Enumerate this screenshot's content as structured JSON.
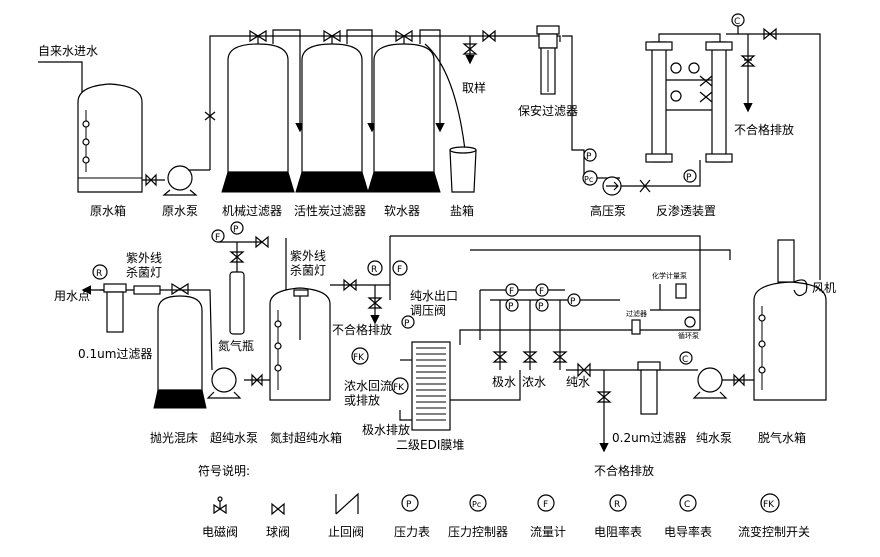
{
  "labels": {
    "tap_water_in": "自来水进水",
    "raw_tank": "原水箱",
    "raw_pump": "原水泵",
    "mech_filter": "机械过滤器",
    "carbon_filter": "活性炭过滤器",
    "softener": "软水器",
    "salt_box": "盐箱",
    "sampling": "取样",
    "security_filter": "保安过滤器",
    "high_pump": "高压泵",
    "ro_unit": "反渗透装置",
    "reject_drain_top": "不合格排放",
    "uv_left": "紫外线\n杀菌灯",
    "uv_mid": "紫外线\n杀菌灯",
    "use_point": "用水点",
    "filter_01": "0.1um过滤器",
    "polish_bed": "抛光混床",
    "ultra_pump": "超纯水泵",
    "nitrogen_bottle": "氮气瓶",
    "sealed_tank": "氮封超纯水箱",
    "reject_drain_mid": "不合格排放",
    "pure_out_valve": "纯水出口\n调压阀",
    "conc_return": "浓水回流\n或排放",
    "pole_drain": "极水排放",
    "edi_stack": "二级EDI膜堆",
    "pole_water": "极水",
    "conc_water": "浓水",
    "pure_water": "纯水",
    "filter_02": "0.2um过滤器",
    "pure_pump": "纯水泵",
    "degas_tank": "脱气水箱",
    "fan": "风机",
    "reject_drain_bottom": "不合格排放",
    "chem_dosing": "化学计量泵",
    "small_filter": "过滤器",
    "circ_pump": "循环泵"
  },
  "instrument_letters": {
    "pressure": "P",
    "pressure_ctrl": "Pc",
    "flow": "F",
    "resistivity": "R",
    "conductivity": "C",
    "flow_switch": "FK"
  },
  "legend": {
    "title": "符号说明:",
    "items": [
      {
        "icon": "solenoid-valve-icon",
        "label": "电磁阀"
      },
      {
        "icon": "ball-valve-icon",
        "label": "球阀"
      },
      {
        "icon": "check-valve-icon",
        "label": "止回阀"
      },
      {
        "icon": "pressure-gauge-icon",
        "label": "压力表"
      },
      {
        "icon": "pressure-controller-icon",
        "label": "压力控制器"
      },
      {
        "icon": "flow-meter-icon",
        "label": "流量计"
      },
      {
        "icon": "resistivity-meter-icon",
        "label": "电阻率表"
      },
      {
        "icon": "conductivity-meter-icon",
        "label": "电导率表"
      },
      {
        "icon": "flow-switch-icon",
        "label": "流变控制开关"
      }
    ]
  }
}
